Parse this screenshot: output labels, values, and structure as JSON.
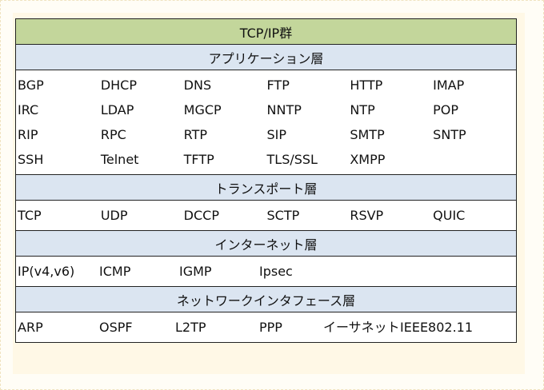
{
  "title": "TCP/IP群",
  "layers": [
    {
      "name": "アプリケーション層",
      "protocols": [
        "BGP",
        "DHCP",
        "DNS",
        "FTP",
        "HTTP",
        "IMAP",
        "IRC",
        "LDAP",
        "MGCP",
        "NNTP",
        "NTP",
        "POP",
        "RIP",
        "RPC",
        "RTP",
        "SIP",
        "SMTP",
        "SNTP",
        "SSH",
        "Telnet",
        "TFTP",
        "TLS/SSL",
        "XMPP",
        ""
      ]
    },
    {
      "name": "トランスポート層",
      "protocols": [
        "TCP",
        "UDP",
        "DCCP",
        "SCTP",
        "RSVP",
        "QUIC"
      ]
    },
    {
      "name": "インターネット層",
      "protocols": [
        "IP(v4,v6)",
        "ICMP",
        "IGMP",
        "Ipsec",
        "",
        ""
      ]
    },
    {
      "name": "ネットワークインタフェース層",
      "protocols": [
        "ARP",
        "OSPF",
        "L2TP",
        "PPP",
        "イーサネット",
        "IEEE802.11"
      ]
    }
  ],
  "colors": {
    "title_bg": "#c3d69b",
    "layer_bg": "#dbe5f1",
    "border": "#222222",
    "page_bg": "#fff8e6"
  }
}
